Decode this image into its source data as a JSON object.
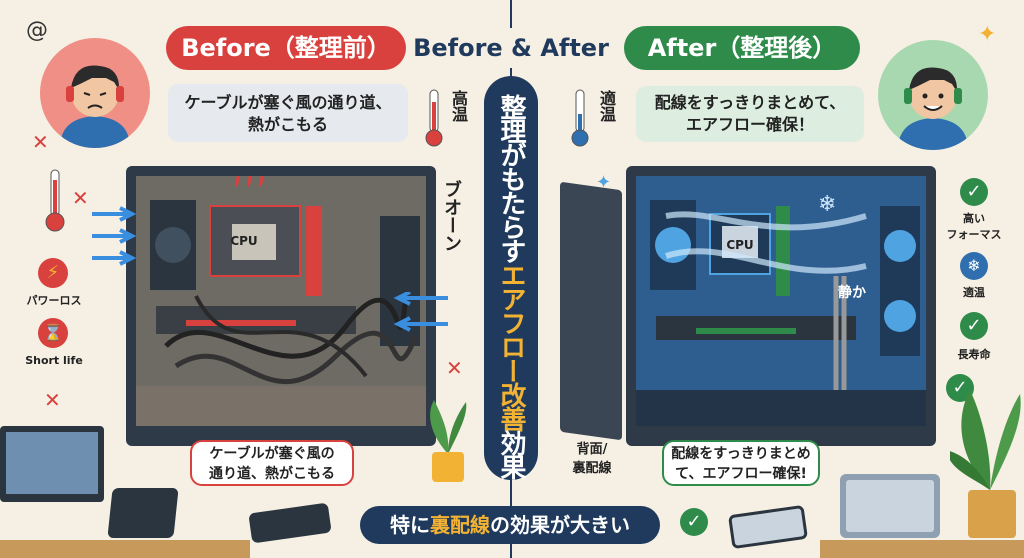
{
  "header": {
    "before_label": "Before（整理前）",
    "center_title": "Before & After",
    "after_label": "After（整理後）"
  },
  "before": {
    "bubble": "ケーブルが塞ぐ風の通り道、\n熱がこもる",
    "temp_label": "高温",
    "noise_label": "ブオーン",
    "cpu_label": "CPU",
    "warnings": [
      {
        "label": "パワーロス",
        "icon": "lightning-icon"
      },
      {
        "label": "Short life",
        "icon": "hourglass-icon"
      }
    ],
    "callout": "ケーブルが塞ぐ風の\n通り道、熱がこもる"
  },
  "center": {
    "banner_part1": "整理がもたらす",
    "banner_part2": "エアフロー改善",
    "banner_part3": "効果",
    "footer_part1": "特に",
    "footer_highlight": "裏配線",
    "footer_part2": "の効果が大きい"
  },
  "after": {
    "bubble": "配線をすっきりまとめて、\nエアフロー確保！",
    "temp_label": "適温",
    "quiet_label": "静か",
    "cpu_label": "CPU",
    "back_panel_label": "背面/\n裏配線",
    "benefits": [
      {
        "label": "高い\nフォーマス",
        "icon": "check-icon"
      },
      {
        "label": "適温",
        "icon": "snowflake-icon"
      },
      {
        "label": "長寿命",
        "icon": "check-icon"
      }
    ],
    "callout": "配線をすっきりまとめ\nて、エアフロー確保!"
  },
  "colors": {
    "before_red": "#d9413e",
    "after_green": "#2e8b4a",
    "navy": "#1f3a5c",
    "accent_yellow": "#f2b233"
  }
}
